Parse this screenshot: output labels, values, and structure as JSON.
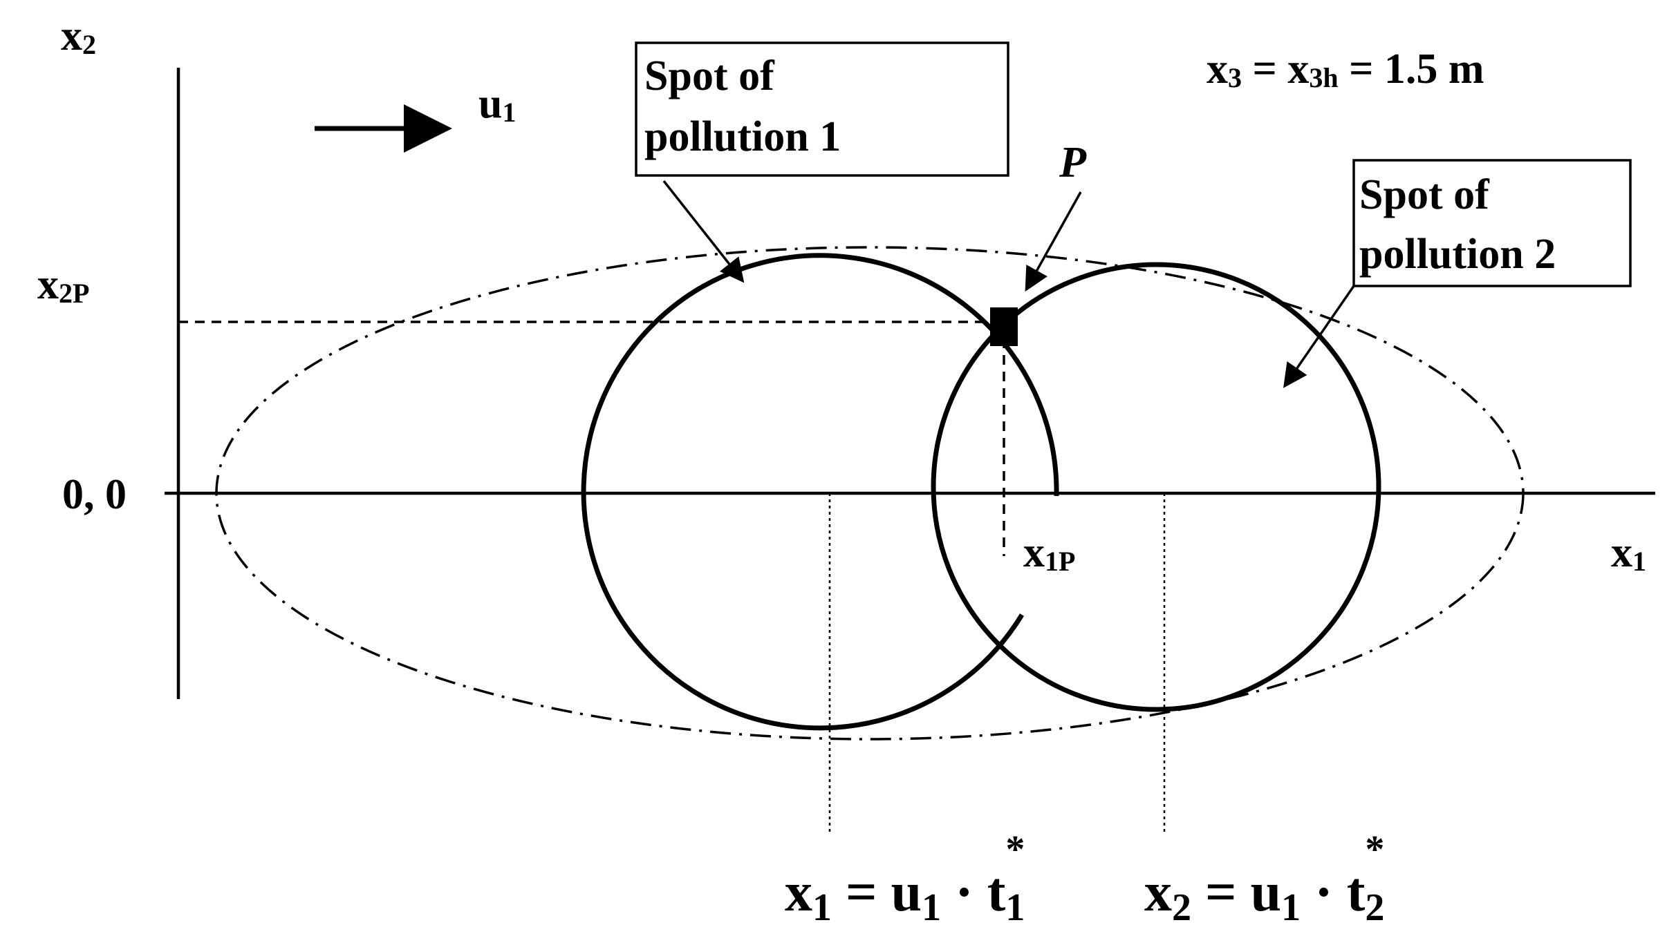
{
  "axes": {
    "vertical_label": {
      "main": "x",
      "sub": "2"
    },
    "horizontal_label": {
      "main": "x",
      "sub": "1"
    },
    "origin_label": "0, 0",
    "x2p_label": {
      "main": "x",
      "sub": "2P"
    },
    "x1p_label": {
      "main": "x",
      "sub": "1P"
    }
  },
  "wind": {
    "main": "u",
    "sub": "1"
  },
  "height_note": {
    "a_main": "x",
    "a_sub": "3",
    "eq1": " = ",
    "b_main": "x",
    "b_sub": "3h",
    "rest": " = 1.5 m"
  },
  "boxes": {
    "spot1": {
      "line1": "Spot of",
      "line2": "pollution 1"
    },
    "spot2": {
      "line1": "Spot of",
      "line2": "pollution 2"
    }
  },
  "point_label": "P",
  "formulas": {
    "f1": {
      "lhs_main": "x",
      "lhs_sub": "1",
      "eq": " = ",
      "u_main": "u",
      "u_sub": "1",
      "dot": " · ",
      "t_main": "t",
      "t_sub": "1",
      "t_sup": "*"
    },
    "f2": {
      "lhs_main": "x",
      "lhs_sub": "2",
      "eq": " = ",
      "u_main": "u",
      "u_sub": "1",
      "dot": " · ",
      "t_main": "t",
      "t_sub": "2",
      "t_sup": "*"
    }
  }
}
